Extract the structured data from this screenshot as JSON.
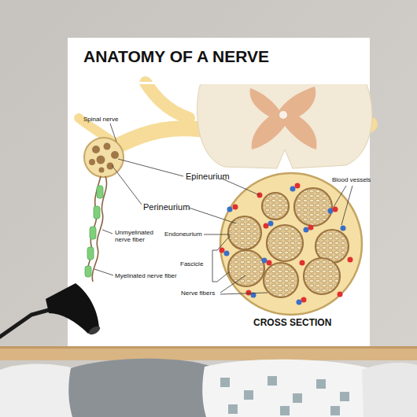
{
  "diagram": {
    "title": "ANATOMY OF A NERVE",
    "labels": [
      "Spinal nerve",
      "Epineurium",
      "Perineurium",
      "Unmyelinated nerve fiber",
      "Myelinated nerve fiber",
      "Blood vessels",
      "Endoneurium",
      "Fascicle",
      "Nerve fibers",
      "CROSS SECTION"
    ]
  }
}
